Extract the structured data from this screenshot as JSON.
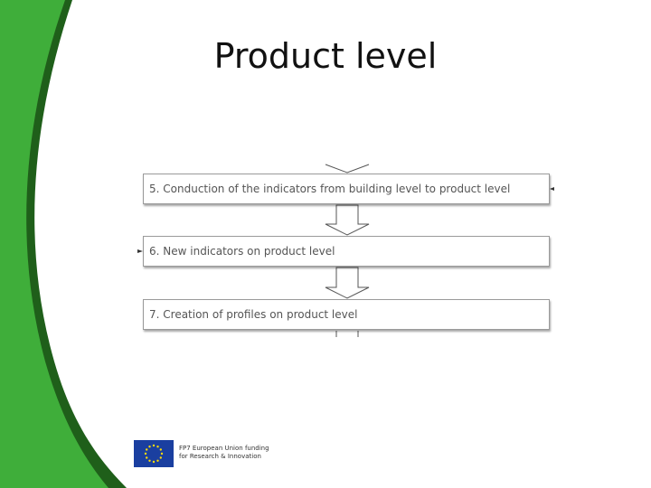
{
  "slide": {
    "title": "Product level"
  },
  "flow": {
    "steps": [
      "5. Conduction of the indicators from building level to product level",
      "6. New indicators on product level",
      "7. Creation of profiles on product level"
    ]
  },
  "footer": {
    "eu_line1": "FP7 European Union funding",
    "eu_line2": "for Research & Innovation"
  },
  "colors": {
    "band_dark": "#1f5f1a",
    "band_light": "#3fae3a",
    "eu_blue": "#1a3fa0",
    "eu_star": "#ffdd00"
  }
}
